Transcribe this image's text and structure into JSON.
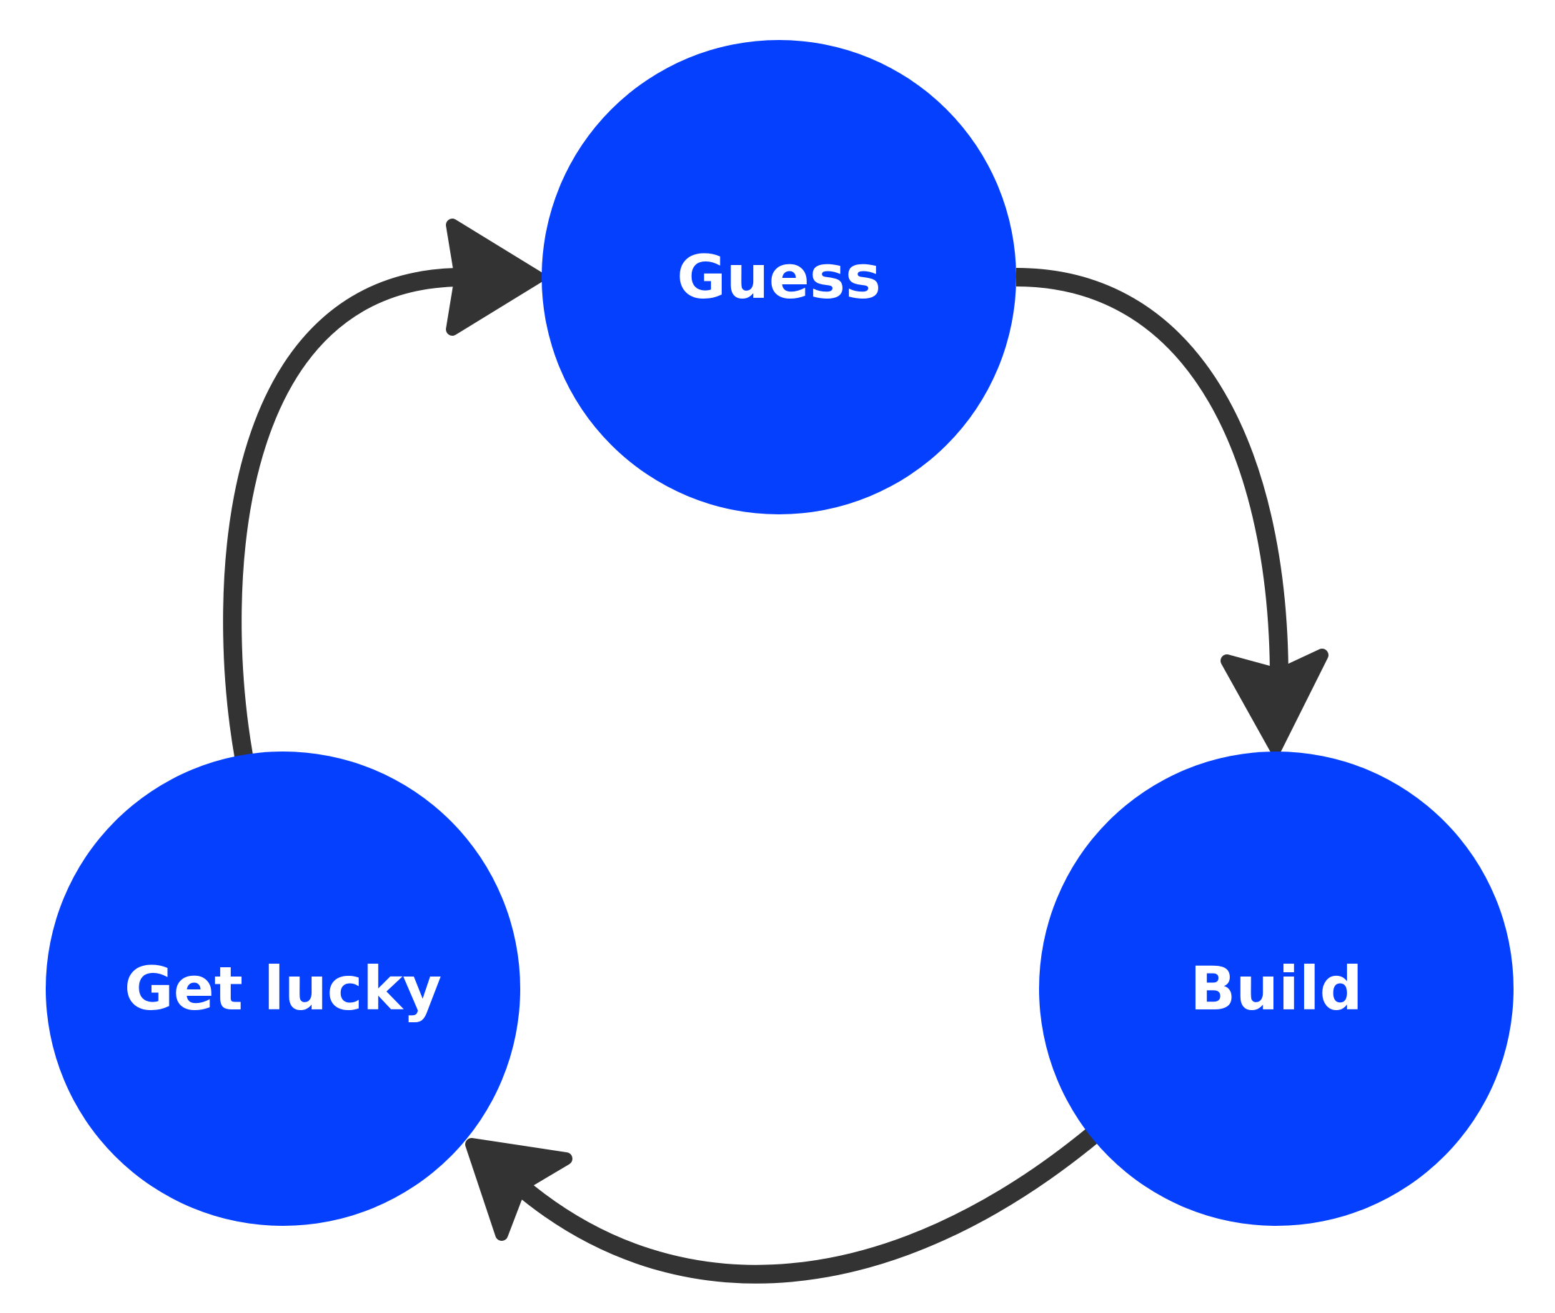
{
  "colors": {
    "node_fill": "#0540FF",
    "arrow": "#333333",
    "label": "#FFFFFF",
    "background": "#FFFFFF"
  },
  "nodes": [
    {
      "id": "guess",
      "label": "Guess"
    },
    {
      "id": "build",
      "label": "Build"
    },
    {
      "id": "get_lucky",
      "label": "Get lucky"
    }
  ],
  "edges": [
    {
      "from": "guess",
      "to": "build"
    },
    {
      "from": "build",
      "to": "get_lucky"
    },
    {
      "from": "get_lucky",
      "to": "guess"
    }
  ]
}
